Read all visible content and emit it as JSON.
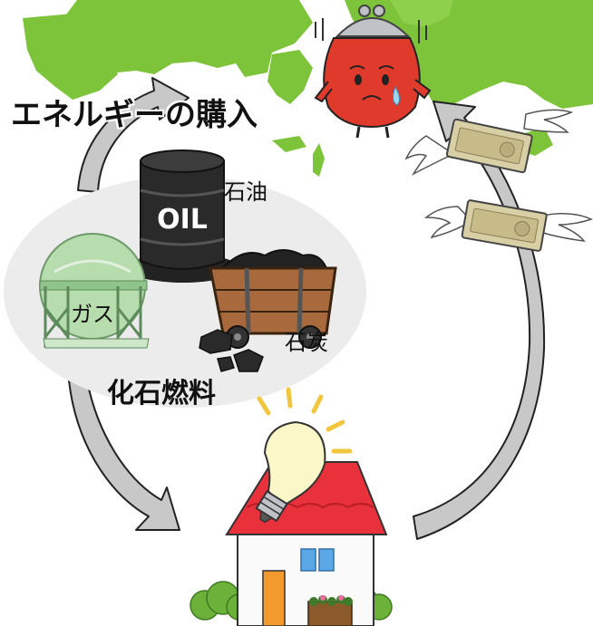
{
  "title": "エネルギーの購入",
  "fossil_fuels": {
    "label": "化石燃料",
    "oil": "石油",
    "gas": "ガス",
    "coal": "石炭",
    "barrel_text": "OIL"
  },
  "colors": {
    "continent": "#7ec43a",
    "roof": "#e8313a",
    "purse": "#e03a2c",
    "banknote": "#d8cfa6",
    "arrow": "#c8c8c8"
  }
}
